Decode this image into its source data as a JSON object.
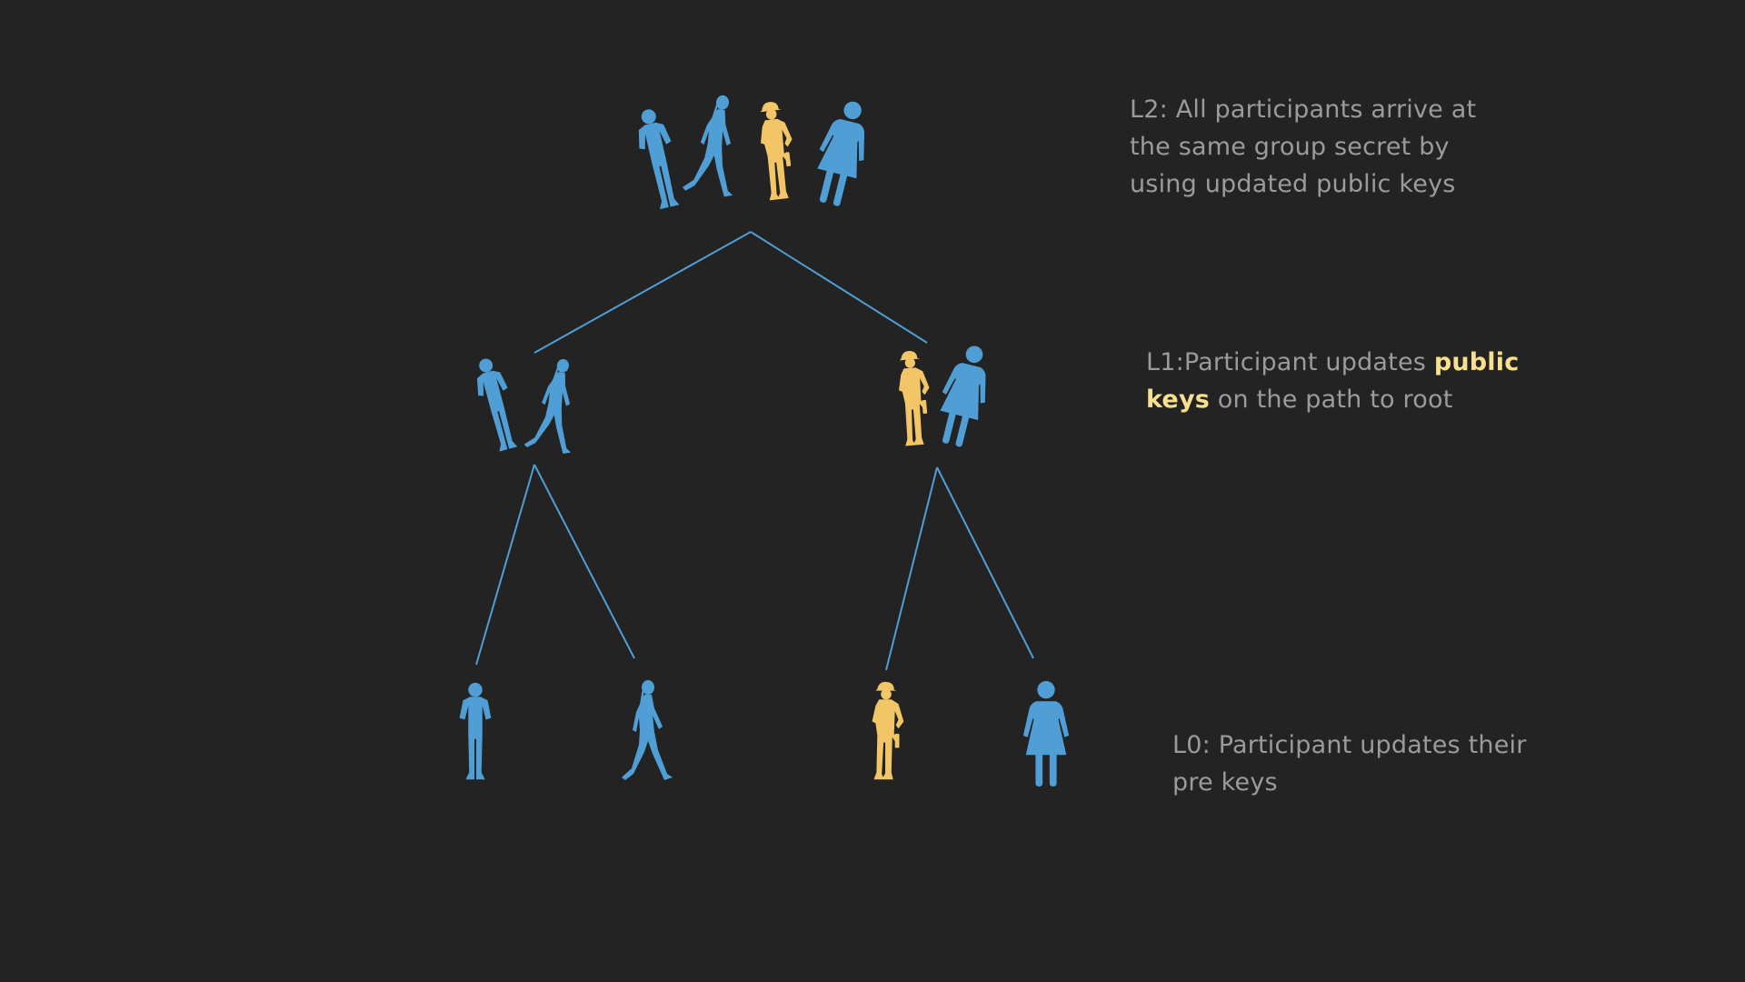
{
  "colors": {
    "background": "#232323",
    "participant_blue": "#4f9fd6",
    "participant_yellow": "#f2c667",
    "edge_blue": "#4f9fd6",
    "label_gray": "#9b9b9b",
    "highlight_yellow": "#f8e08e"
  },
  "levels": {
    "l2": {
      "text": "L2: All participants arrive at the same group secret by using updated public keys"
    },
    "l1": {
      "prefix": "L1:Participant updates ",
      "highlight": "public keys",
      "suffix": " on the path to root"
    },
    "l0": {
      "text": "L0: Participant updates their pre keys"
    }
  },
  "participants": [
    {
      "name": "man",
      "icon": "man-icon",
      "color": "blue"
    },
    {
      "name": "walking-woman",
      "icon": "walking-woman-icon",
      "color": "blue"
    },
    {
      "name": "worker",
      "icon": "worker-icon",
      "color": "yellow"
    },
    {
      "name": "woman",
      "icon": "woman-icon",
      "color": "blue"
    }
  ]
}
